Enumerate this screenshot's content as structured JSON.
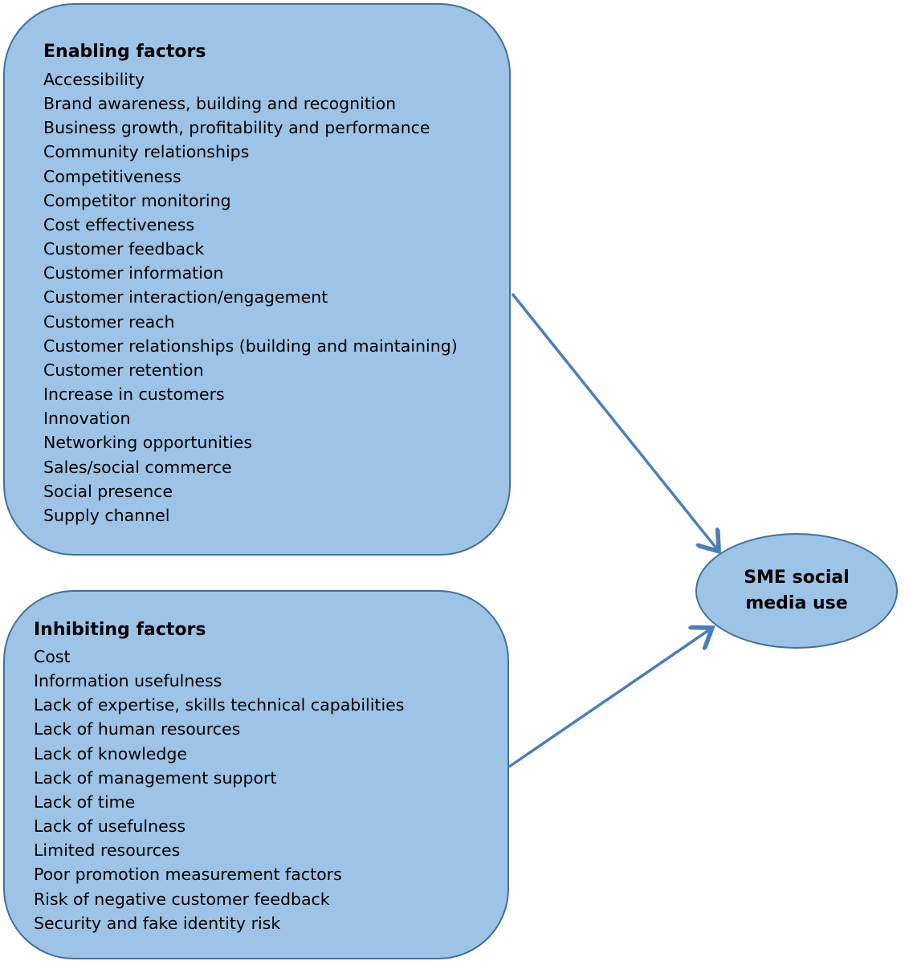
{
  "enabling": {
    "title": "Enabling factors",
    "items": [
      "Accessibility",
      "Brand awareness, building and recognition",
      "Business growth, profitability and performance",
      "Community relationships",
      "Competitiveness",
      "Competitor monitoring",
      "Cost effectiveness",
      "Customer feedback",
      "Customer information",
      "Customer interaction/engagement",
      "Customer reach",
      "Customer relationships (building and maintaining)",
      "Customer retention",
      "Increase in customers",
      "Innovation",
      "Networking opportunities",
      "Sales/social commerce",
      "Social presence",
      "Supply channel"
    ]
  },
  "inhibiting": {
    "title": "Inhibiting factors",
    "items": [
      "Cost",
      "Information usefulness",
      "Lack of expertise, skills technical capabilities",
      "Lack of human resources",
      "Lack of knowledge",
      "Lack of management support",
      "Lack of time",
      "Lack of usefulness",
      "Limited resources",
      "Poor promotion measurement factors",
      "Risk of negative customer feedback",
      "Security and fake identity risk"
    ]
  },
  "outcome": {
    "label": "SME social media use"
  },
  "colors": {
    "shape_fill": "#9dc3e6",
    "shape_border": "#41719c",
    "arrow": "#4a7ebb"
  }
}
